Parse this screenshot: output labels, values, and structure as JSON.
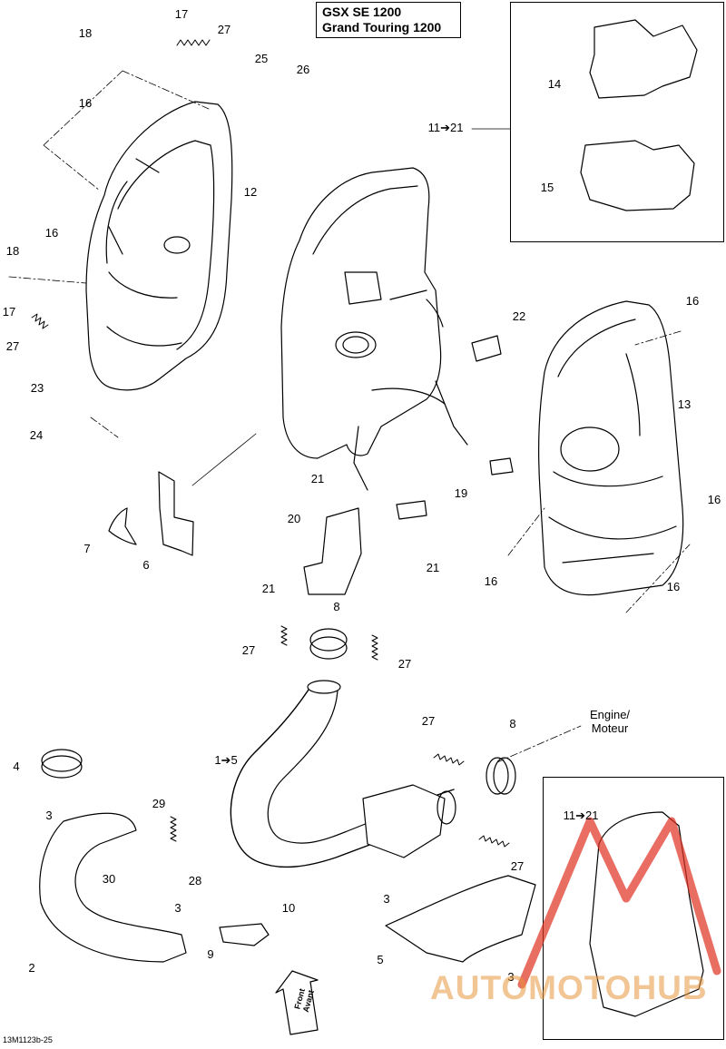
{
  "title": {
    "line1": "GSX SE 1200",
    "line2": "Grand Touring 1200"
  },
  "engine_label": {
    "line1": "Engine/",
    "line2": "Moteur"
  },
  "front_arrow": {
    "line1": "Front",
    "line2": "Avant"
  },
  "drawing_id": "13M1123b-25",
  "watermark": "AUTOMOTOHUB",
  "inset_callouts": {
    "main": "11➔21",
    "inset": "11➔21"
  },
  "callouts": [
    "18",
    "17",
    "27",
    "25",
    "26",
    "16",
    "12",
    "16",
    "18",
    "17",
    "27",
    "23",
    "24",
    "14",
    "15",
    "11➔21",
    "22",
    "16",
    "13",
    "16",
    "16",
    "16",
    "21",
    "19",
    "20",
    "21",
    "7",
    "6",
    "21",
    "8",
    "27",
    "27",
    "27",
    "8",
    "4",
    "3",
    "29",
    "1➔5",
    "30",
    "28",
    "3",
    "10",
    "9",
    "2",
    "3",
    "5",
    "3",
    "27"
  ],
  "colors": {
    "line": "#000000",
    "fill": "#ffffff",
    "watermark": "#e8963c",
    "watermark_triangle": "#e03020"
  }
}
